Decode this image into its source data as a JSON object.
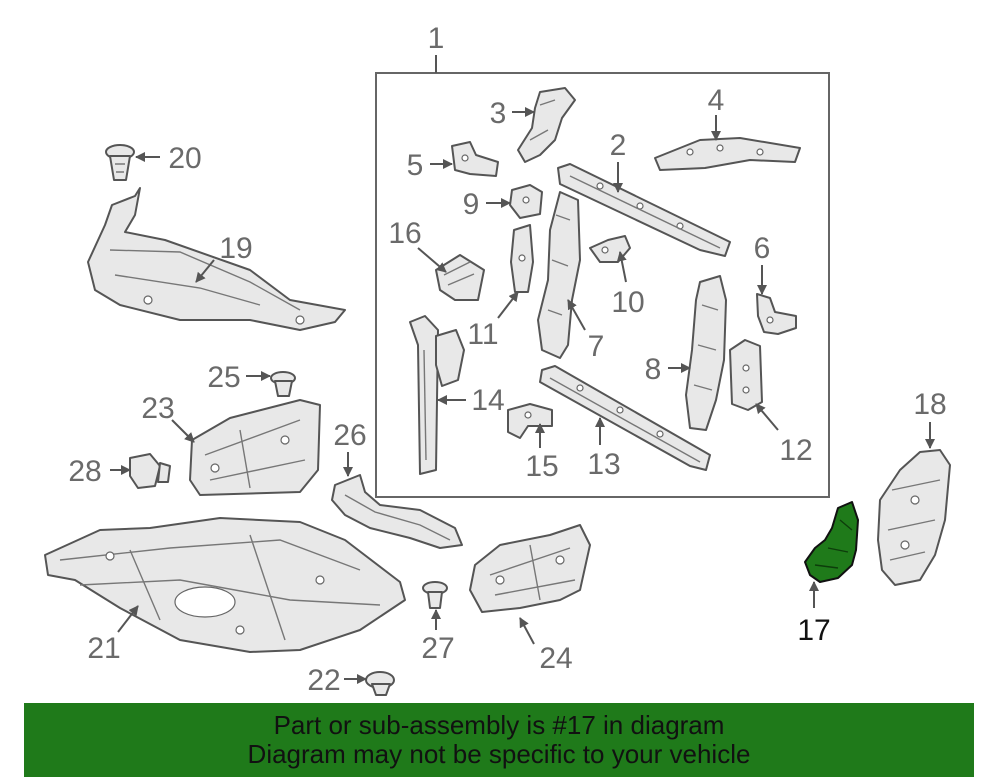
{
  "diagram": {
    "labels": {
      "l1": "1",
      "l2": "2",
      "l3": "3",
      "l4": "4",
      "l5": "5",
      "l6": "6",
      "l7": "7",
      "l8": "8",
      "l9": "9",
      "l10": "10",
      "l11": "11",
      "l12": "12",
      "l13": "13",
      "l14": "14",
      "l15": "15",
      "l16": "16",
      "l17": "17",
      "l18": "18",
      "l19": "19",
      "l20": "20",
      "l21": "21",
      "l22": "22",
      "l23": "23",
      "l24": "24",
      "l25": "25",
      "l26": "26",
      "l27": "27",
      "l28": "28"
    },
    "highlighted_part": "17",
    "colors": {
      "highlight": "#1f7a1a",
      "line": "#555555",
      "label": "#6a6a6a"
    }
  },
  "banner": {
    "line1": "Part or sub-assembly is #17 in diagram",
    "line2": "Diagram may not be specific to your vehicle"
  }
}
